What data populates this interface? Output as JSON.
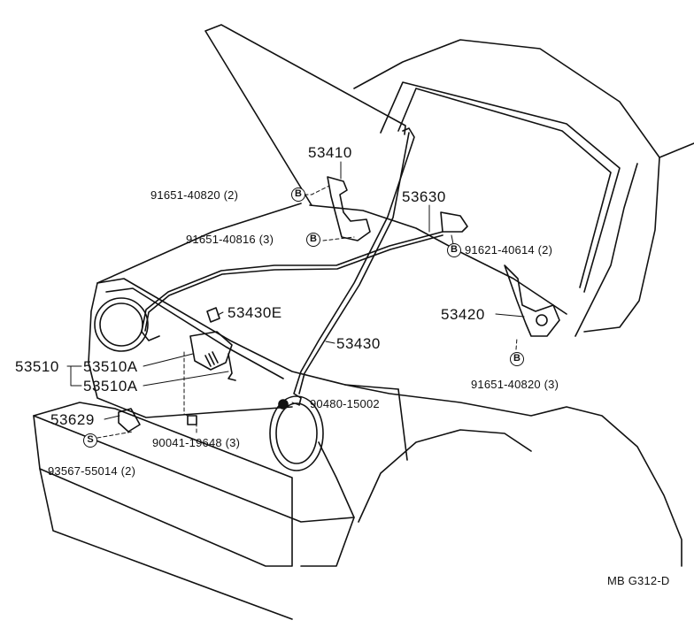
{
  "diagram": {
    "ref_code": "MB G312-D",
    "parts": [
      {
        "id": "p53410",
        "text": "53410"
      },
      {
        "id": "p53630",
        "text": "53630"
      },
      {
        "id": "p53430E",
        "text": "53430E"
      },
      {
        "id": "p53430",
        "text": "53430"
      },
      {
        "id": "p53420",
        "text": "53420"
      },
      {
        "id": "p53510",
        "text": "53510"
      },
      {
        "id": "p53510A_1",
        "text": "53510A"
      },
      {
        "id": "p53510A_2",
        "text": "53510A"
      },
      {
        "id": "p53629",
        "text": "53629"
      }
    ],
    "fasteners": [
      {
        "id": "f1",
        "text": "91651-40820 (2)",
        "symbol": "B"
      },
      {
        "id": "f2",
        "text": "91651-40816 (3)",
        "symbol": "B"
      },
      {
        "id": "f3",
        "text": "91621-40614 (2)",
        "symbol": "B"
      },
      {
        "id": "f4",
        "text": "91651-40820 (3)",
        "symbol": "B"
      },
      {
        "id": "f5",
        "text": "90480-15002",
        "symbol": ""
      },
      {
        "id": "f6",
        "text": "90041-19648 (3)",
        "symbol": ""
      },
      {
        "id": "f7",
        "text": "93567-55014 (2)",
        "symbol": "S"
      }
    ]
  }
}
